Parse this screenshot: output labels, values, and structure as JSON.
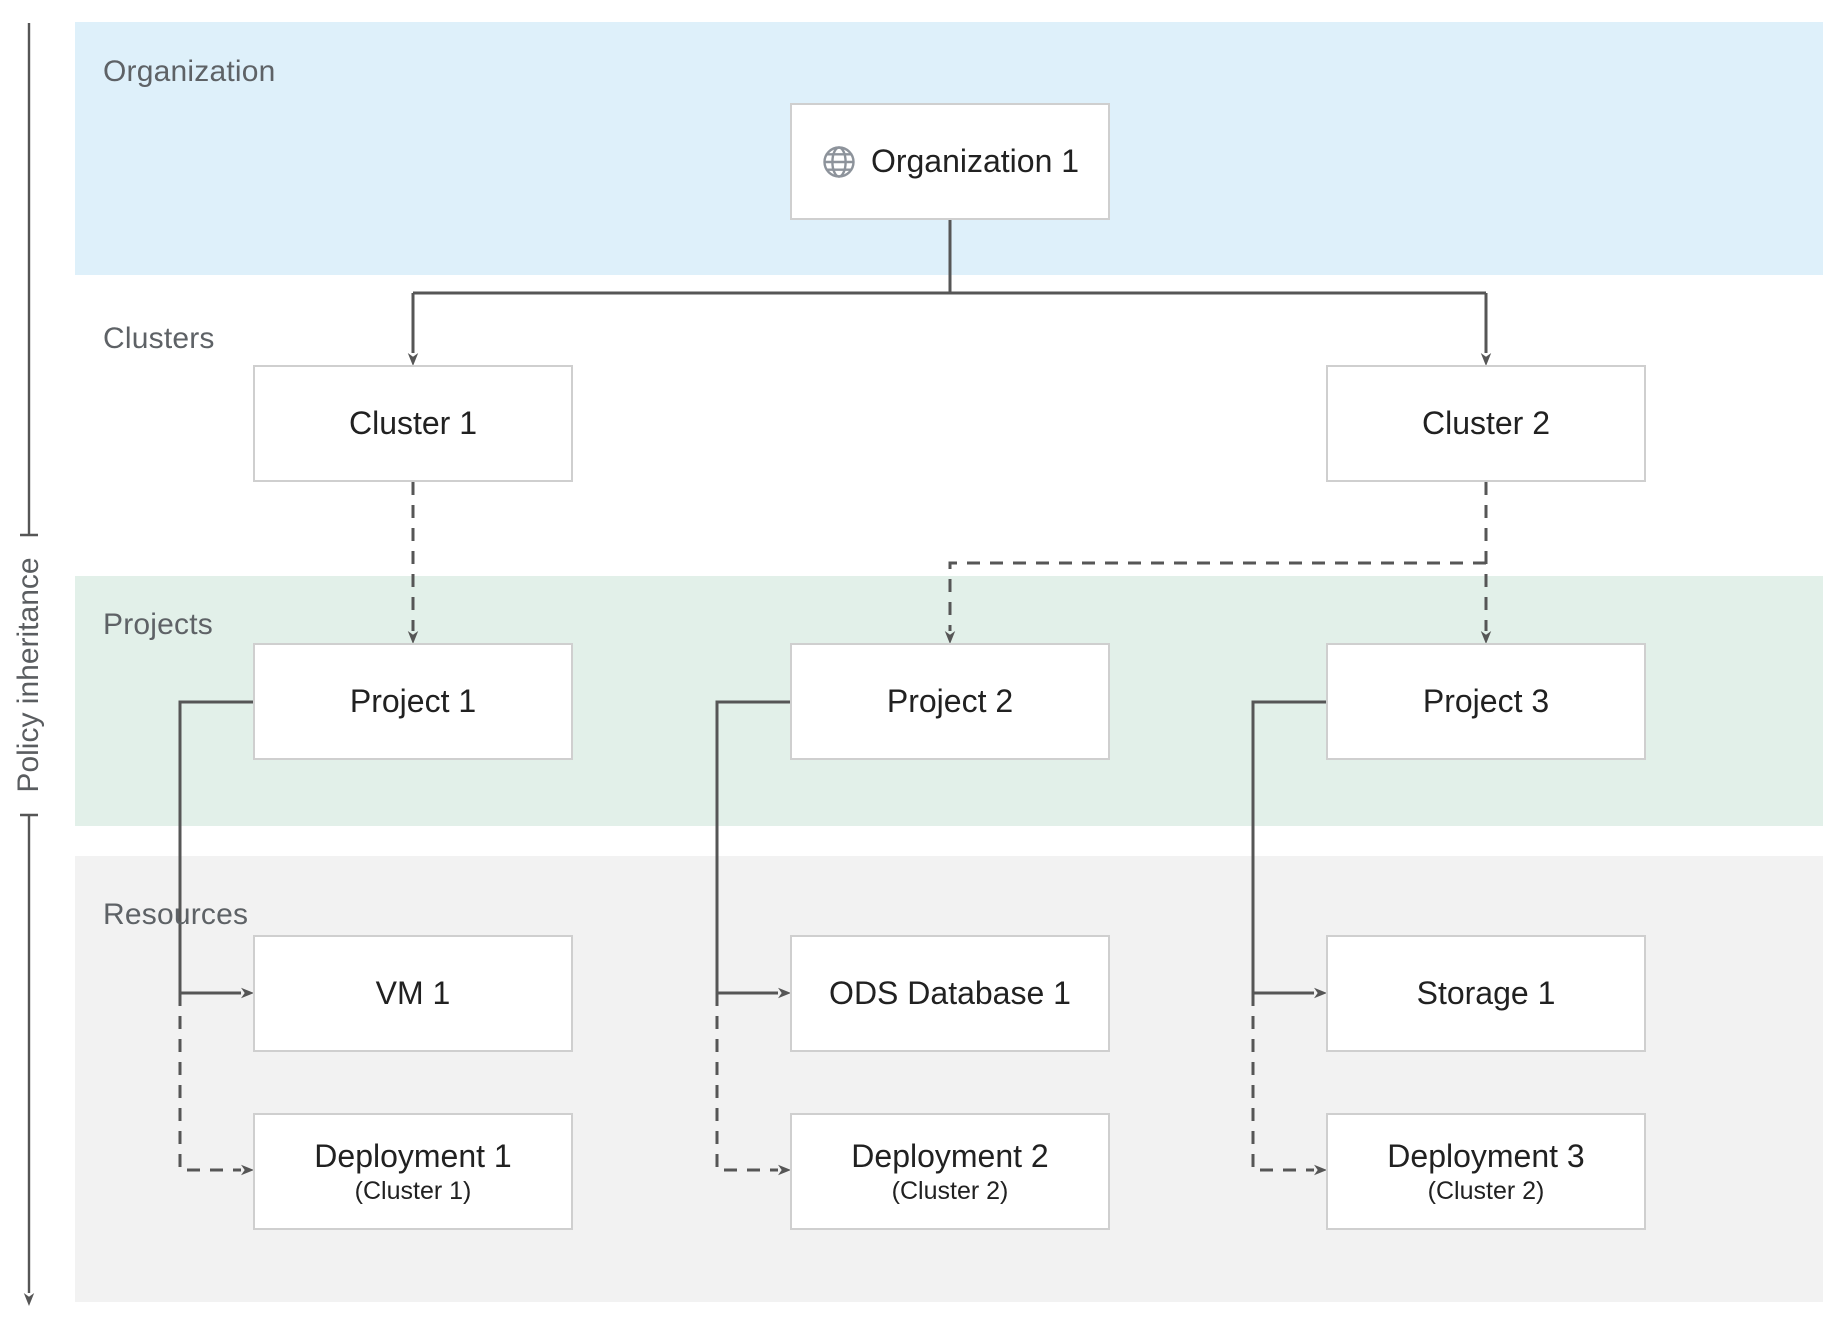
{
  "policy_arrow": {
    "label": "Policy inheritance",
    "direction": "down"
  },
  "bands": {
    "organization": "Organization",
    "clusters": "Clusters",
    "projects": "Projects",
    "resources": "Resources"
  },
  "nodes": {
    "organization_1": {
      "label": "Organization 1",
      "icon": "globe-icon"
    },
    "cluster_1": {
      "label": "Cluster 1"
    },
    "cluster_2": {
      "label": "Cluster 2"
    },
    "project_1": {
      "label": "Project 1"
    },
    "project_2": {
      "label": "Project 2"
    },
    "project_3": {
      "label": "Project 3"
    },
    "vm_1": {
      "label": "VM 1"
    },
    "ods_database_1": {
      "label": "ODS Database 1"
    },
    "storage_1": {
      "label": "Storage 1"
    },
    "deployment_1": {
      "label": "Deployment 1",
      "sublabel": "(Cluster 1)"
    },
    "deployment_2": {
      "label": "Deployment 2",
      "sublabel": "(Cluster 2)"
    },
    "deployment_3": {
      "label": "Deployment 3",
      "sublabel": "(Cluster 2)"
    }
  },
  "edges": [
    {
      "from": "organization_1",
      "to": "cluster_1",
      "style": "solid"
    },
    {
      "from": "organization_1",
      "to": "cluster_2",
      "style": "solid"
    },
    {
      "from": "cluster_1",
      "to": "project_1",
      "style": "dashed"
    },
    {
      "from": "cluster_2",
      "to": "project_2",
      "style": "dashed"
    },
    {
      "from": "cluster_2",
      "to": "project_3",
      "style": "dashed"
    },
    {
      "from": "project_1",
      "to": "vm_1",
      "style": "solid"
    },
    {
      "from": "project_1",
      "to": "deployment_1",
      "style": "dashed"
    },
    {
      "from": "project_2",
      "to": "ods_database_1",
      "style": "solid"
    },
    {
      "from": "project_2",
      "to": "deployment_2",
      "style": "dashed"
    },
    {
      "from": "project_3",
      "to": "storage_1",
      "style": "solid"
    },
    {
      "from": "project_3",
      "to": "deployment_3",
      "style": "dashed"
    }
  ],
  "colors": {
    "organization_band": "#def0fa",
    "projects_band": "#e2f0e9",
    "resources_band": "#f2f2f2",
    "node_fill": "#ffffff",
    "node_border": "#cfcfcf",
    "node_text": "#212121",
    "band_label_text": "#5e6266",
    "connector": "#565656",
    "globe_icon": "#8d939b"
  }
}
